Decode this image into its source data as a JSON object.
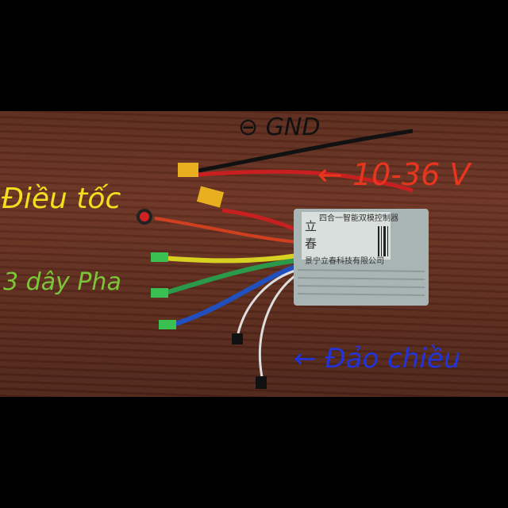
{
  "annotations": {
    "ground": "⊖ GND",
    "voltage": "← 10-36 V",
    "throttle": "Điều tốc",
    "phase_wires": "3 dây Pha",
    "reverse": "← Đảo chiều"
  },
  "controller_label": {
    "brand": "立春",
    "model": "四合一智能双模控制器",
    "company": "景宁立春科技有限公司"
  },
  "colors": {
    "background": "#000000",
    "wood": "#5e2c1d",
    "ground_note": "#111111",
    "voltage_note": "#e8361e",
    "throttle_note": "#f0e020",
    "phase_note": "#7cc63a",
    "reverse_note": "#2234d8"
  }
}
